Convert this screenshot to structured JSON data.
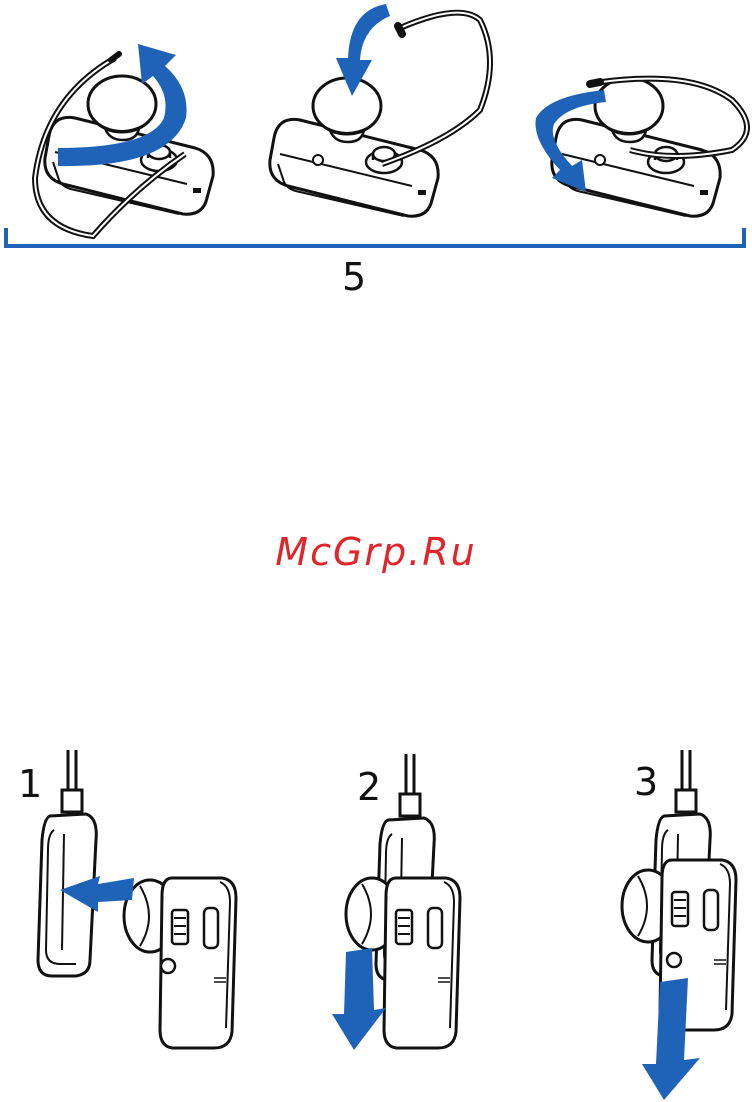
{
  "labels": {
    "step_five": "5",
    "step_one": "1",
    "step_two": "2",
    "step_three": "3"
  },
  "watermark": "McGrp.Ru",
  "colors": {
    "arrow": "#1f63b8",
    "outline": "#111111",
    "watermark": "#e0262b"
  }
}
